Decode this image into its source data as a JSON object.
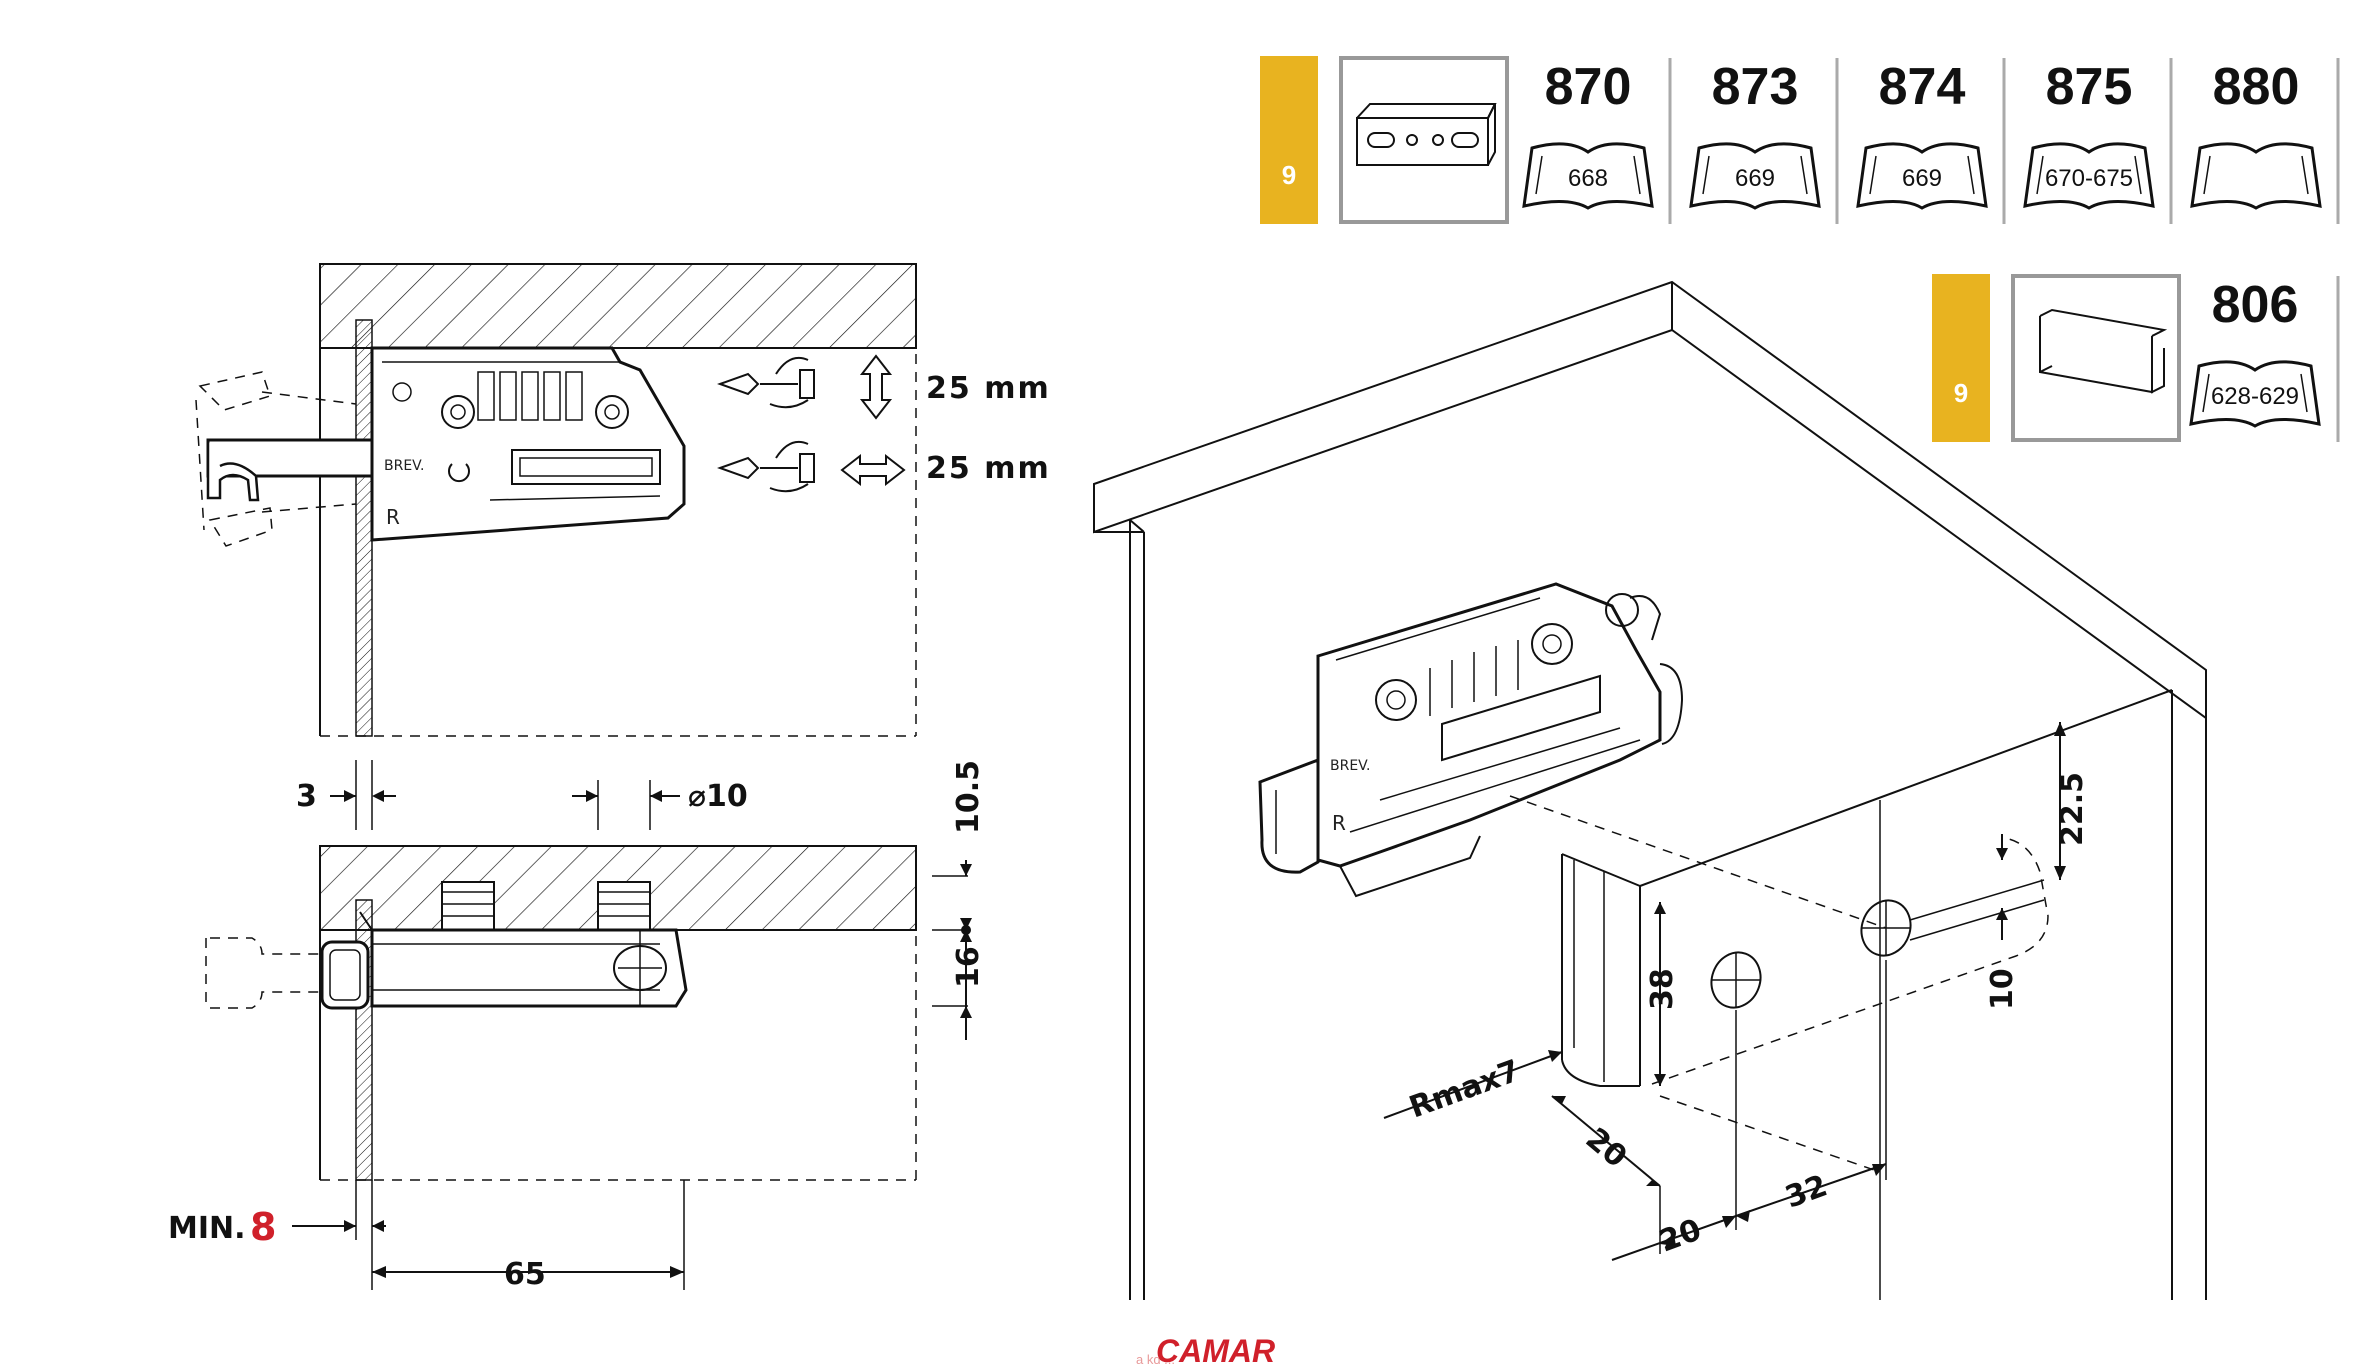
{
  "header_row1": {
    "category_number": "9",
    "catalog_codes": [
      {
        "code": "870",
        "pages": "668"
      },
      {
        "code": "873",
        "pages": "669"
      },
      {
        "code": "874",
        "pages": "669"
      },
      {
        "code": "875",
        "pages": "670-675"
      },
      {
        "code": "880",
        "pages": ""
      }
    ]
  },
  "header_row2": {
    "category_number": "9",
    "catalog_codes": [
      {
        "code": "806",
        "pages": "628-629"
      }
    ]
  },
  "side_view": {
    "adjust_vertical": "25 mm",
    "adjust_horizontal": "25 mm",
    "label_brev": "BREV.",
    "label_r": "R"
  },
  "section_view": {
    "dim_thickness": "3",
    "dim_diameter": "⌀10",
    "dim_top": "10.5",
    "dim_height": "16",
    "dim_min_label": "MIN.",
    "dim_min_value": "8",
    "dim_length": "65"
  },
  "iso_view": {
    "label_brev": "BREV.",
    "label_r": "R",
    "dim_radius": "Rmax7",
    "dim_38": "38",
    "dim_20_vertical": "20",
    "dim_20_horizontal": "20",
    "dim_32": "32",
    "dim_22_5": "22.5",
    "dim_10": "10"
  },
  "footer": {
    "brand": "CAMAR",
    "faint_text": "a kd ..."
  },
  "colors": {
    "category_yellow": "#e8b320",
    "brand_red": "#d0202a"
  }
}
